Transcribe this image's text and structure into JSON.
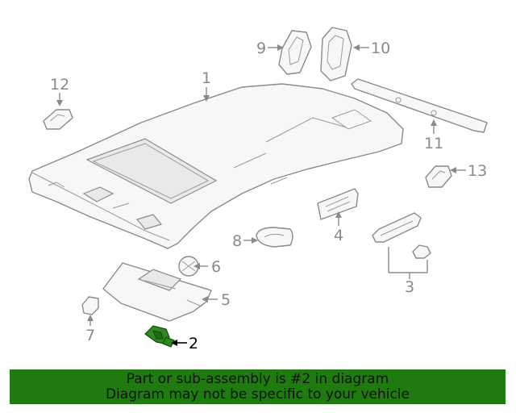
{
  "callouts": {
    "c1": "1",
    "c2": "2",
    "c3": "3",
    "c4": "4",
    "c5": "5",
    "c6": "6",
    "c7": "7",
    "c8": "8",
    "c9": "9",
    "c10": "10",
    "c11": "11",
    "c12": "12",
    "c13": "13"
  },
  "highlight_color": "#2d8a1f",
  "banner": {
    "line1": "Part or sub-assembly is #2 in diagram",
    "line2": "Diagram may not be specific to your vehicle",
    "background": "#1f7a10"
  }
}
